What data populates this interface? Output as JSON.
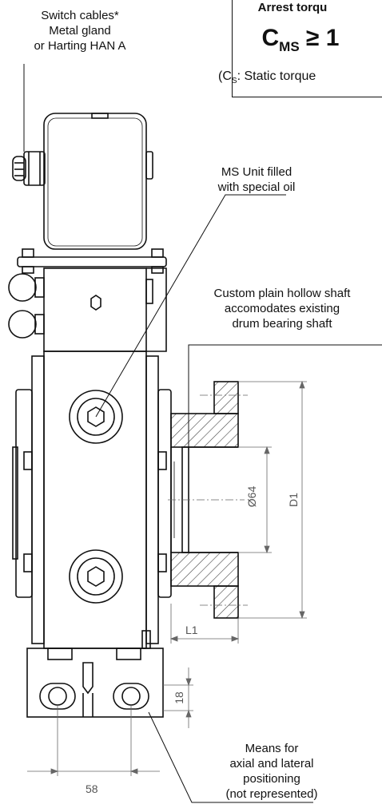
{
  "labels": {
    "switch_cables": [
      "Switch cables*",
      "Metal gland",
      "or Harting HAN A"
    ],
    "ms_unit": [
      "MS Unit filled",
      "with special oil"
    ],
    "hollow_shaft": [
      "Custom plain hollow shaft",
      "accomodates existing",
      "drum bearing shaft"
    ],
    "means": [
      "Means for",
      "axial and lateral",
      "positioning",
      "(not represented)"
    ]
  },
  "arrest_box": {
    "title": "Arrest torqu",
    "formula_main": "C",
    "formula_sub": "MS",
    "formula_rest": " ≥ 1",
    "note_pre": "(C",
    "note_sub": "S",
    "note_post": ": Static torque"
  },
  "dimensions": {
    "bore": "Ø64",
    "d1": "D1",
    "l1": "L1",
    "height": "18",
    "width": "58"
  },
  "colors": {
    "line": "#111111",
    "dim": "#666666",
    "hatch": "#444444"
  }
}
